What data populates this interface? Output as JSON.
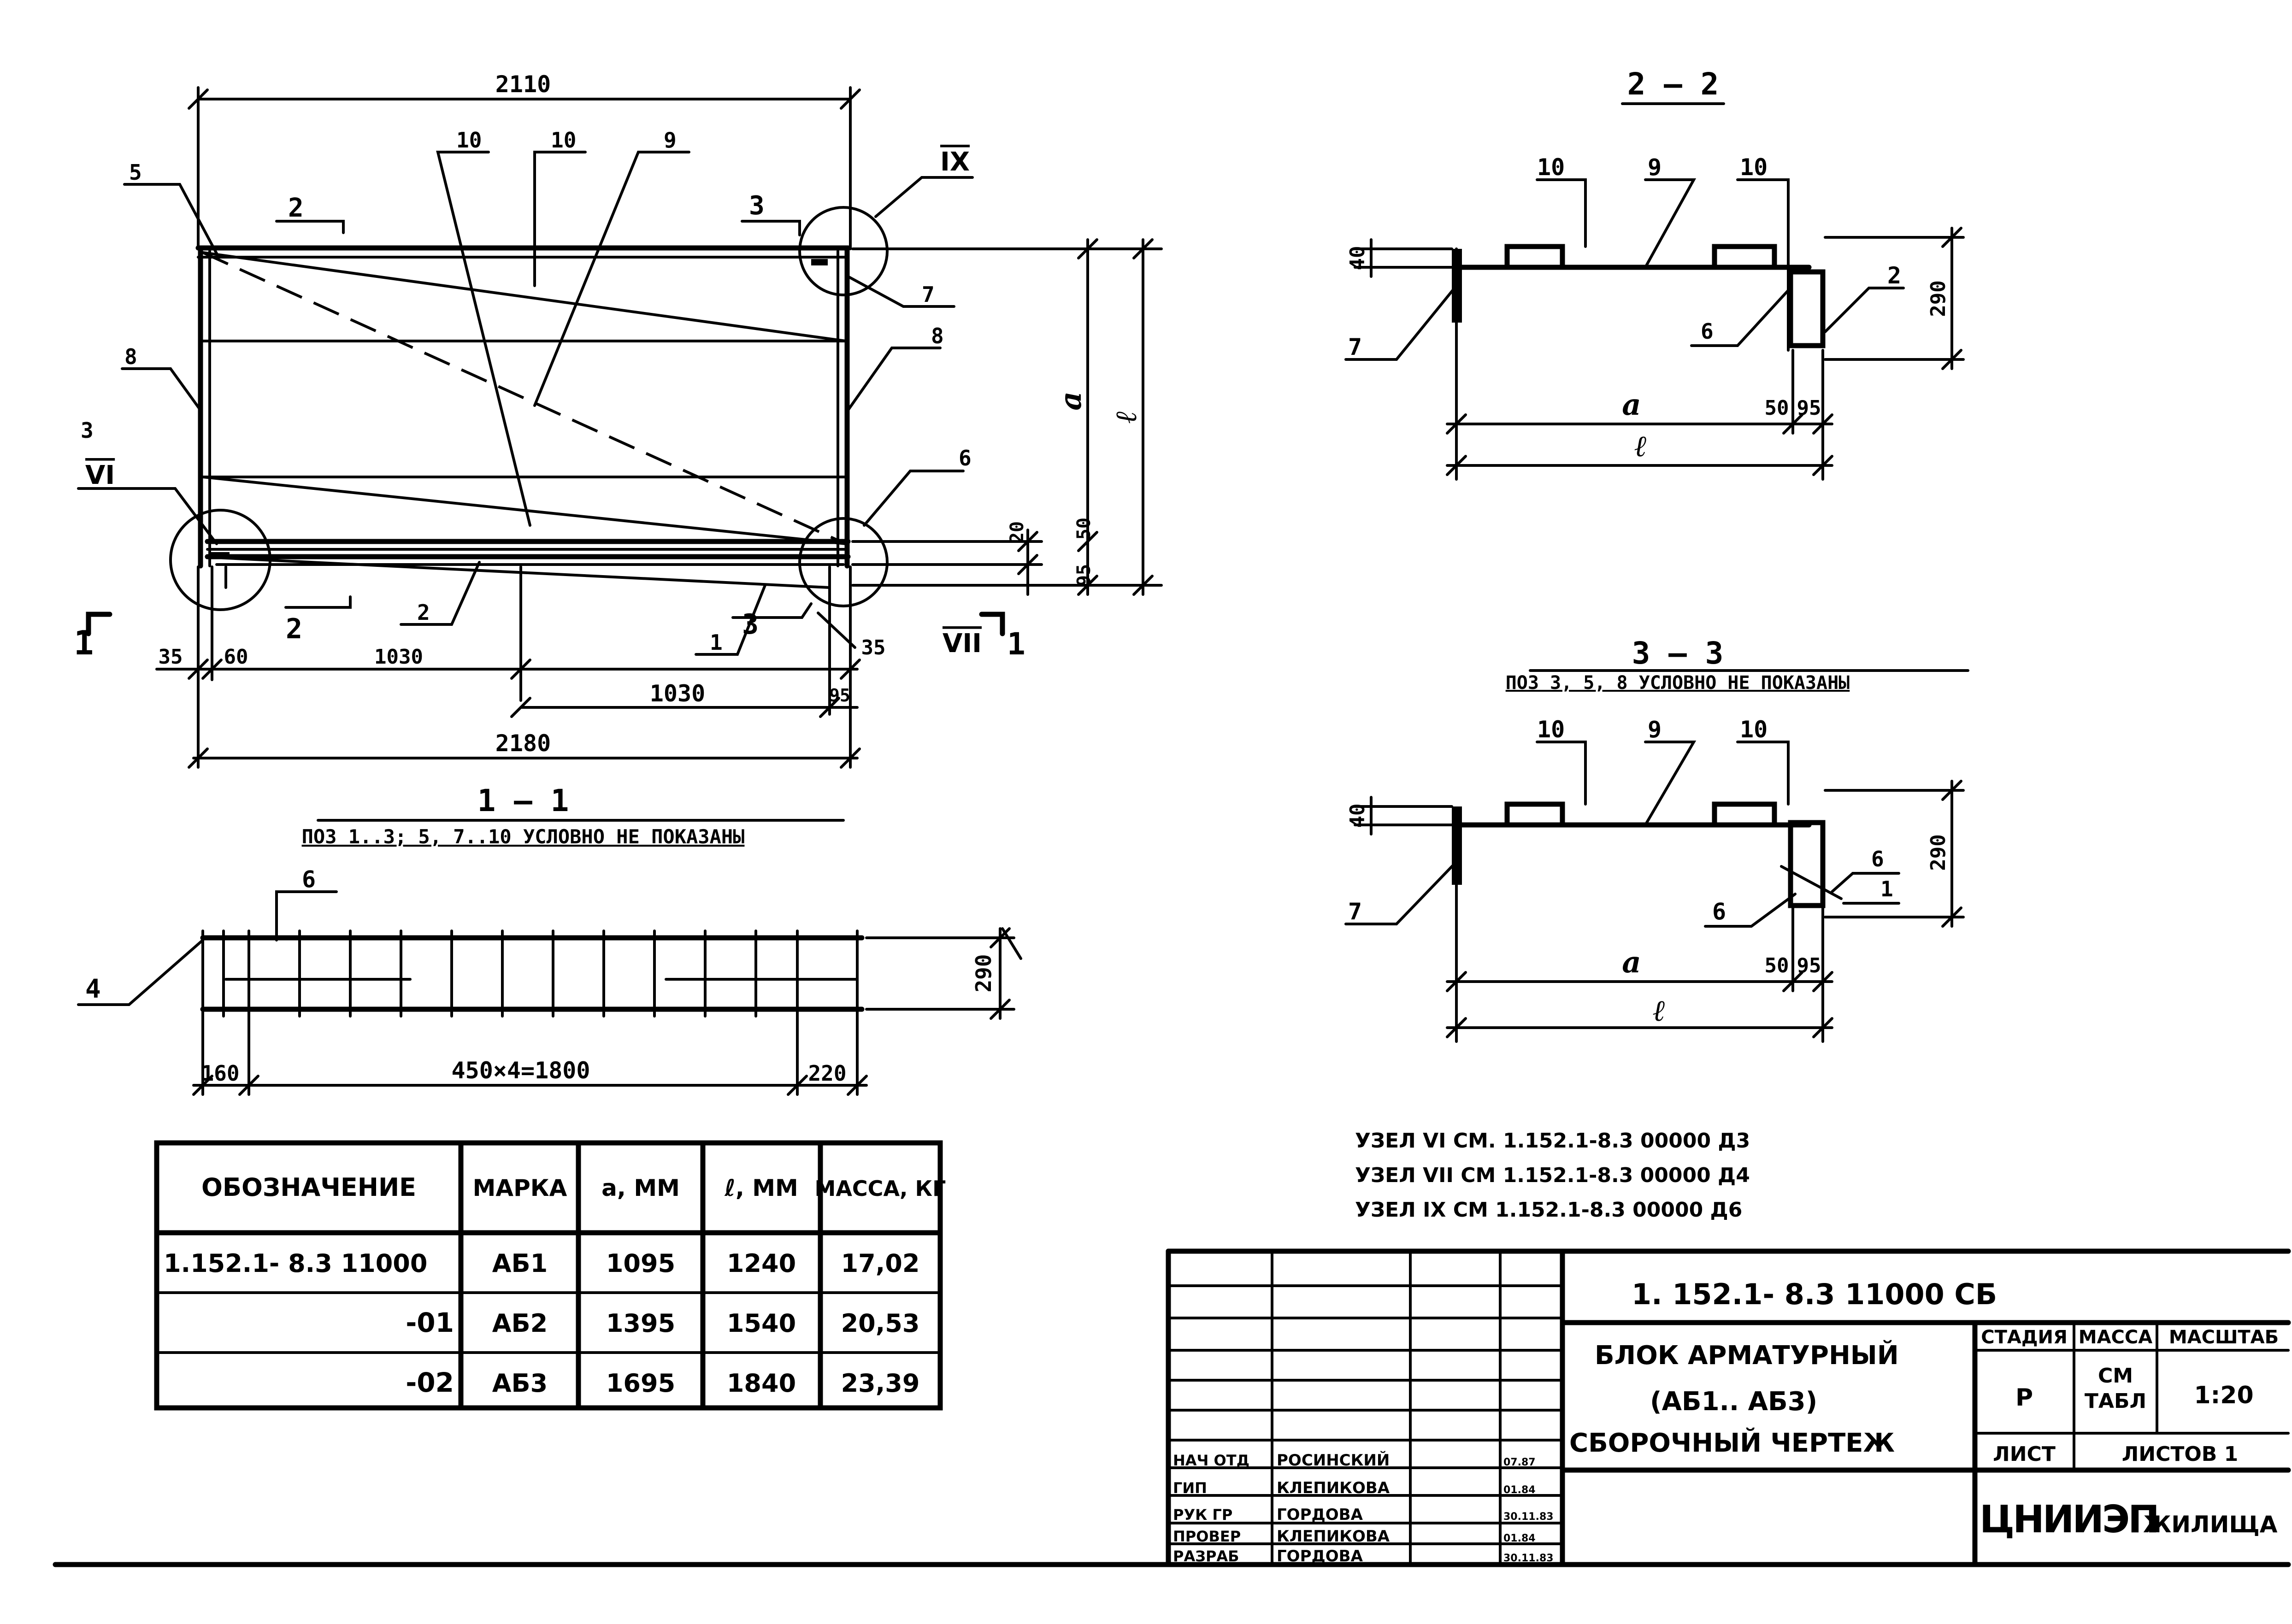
{
  "plan": {
    "dim_top": "2110",
    "dim_total": "2180",
    "dim_1030_a": "1030",
    "dim_1030_b": "1030",
    "dim_35_left": "35",
    "dim_60": "60",
    "dim_35_right": "35",
    "dim_95_bottom": "95",
    "dim_20": "20",
    "dim_50": "50",
    "dim_95_right": "95",
    "label_a": "a",
    "label_l": "ℓ",
    "pos": [
      "10",
      "10",
      "9",
      "5",
      "2",
      "3",
      "8",
      "3",
      "7",
      "8",
      "6",
      "2",
      "1",
      "3",
      "2",
      "1",
      "1"
    ],
    "nodes": {
      "vi": "VI",
      "vii": "VII",
      "ix": "IX"
    },
    "cut_3_top_digit": "3"
  },
  "section_1_1": {
    "title": "1 — 1",
    "note": "ПОЗ 1..3; 5, 7..10 УСЛОВНО НЕ ПОКАЗАНЫ",
    "pos_6": "6",
    "pos_4": "4",
    "dim_160": "160",
    "dim_main": "450×4=1800",
    "dim_220": "220",
    "dim_290": "290"
  },
  "section_2_2": {
    "title": "2 — 2",
    "pos_10a": "10",
    "pos_9": "9",
    "pos_10b": "10",
    "pos_7": "7",
    "pos_6": "6",
    "pos_2": "2",
    "dim_40": "40",
    "dim_290": "290",
    "dim_50": "50",
    "dim_95": "95",
    "label_a": "a",
    "label_l": "ℓ"
  },
  "section_3_3": {
    "title": "3 — 3",
    "note": "ПОЗ 3, 5, 8 УСЛОВНО НЕ ПОКАЗАНЫ",
    "pos_10a": "10",
    "pos_9": "9",
    "pos_10b": "10",
    "pos_7": "7",
    "pos_6a": "6",
    "pos_6b": "6",
    "pos_1": "1",
    "dim_40": "40",
    "dim_290": "290",
    "dim_50": "50",
    "dim_95": "95",
    "label_a": "a",
    "label_l": "ℓ"
  },
  "notes": [
    "УЗЕЛ VI СМ. 1.152.1-8.3 00000 Д3",
    "УЗЕЛ VII СМ 1.152.1-8.3 00000 Д4",
    "УЗЕЛ IX СМ 1.152.1-8.3 00000 Д6"
  ],
  "spec_table": {
    "headers": [
      "ОБОЗНАЧЕНИЕ",
      "МАРКА",
      "a, ММ",
      "ℓ, ММ",
      "МАССА, КГ"
    ],
    "rows": [
      [
        "1.152.1- 8.3 11000",
        "АБ1",
        "1095",
        "1240",
        "17,02"
      ],
      [
        "-01",
        "АБ2",
        "1395",
        "1540",
        "20,53"
      ],
      [
        "-02",
        "АБ3",
        "1695",
        "1840",
        "23,39"
      ]
    ]
  },
  "title_block": {
    "doc_code": "1. 152.1- 8.3  11000 СБ",
    "name_lines": [
      "БЛОК АРМАТУРНЫЙ",
      "(АБ1.. АБ3)",
      "СБОРОЧНЫЙ ЧЕРТЕЖ"
    ],
    "stage_header": "СТАДИЯ",
    "mass_header": "МАССА",
    "scale_header": "МАСШТАБ",
    "stage": "Р",
    "mass_lines": [
      "СМ",
      "ТАБЛ"
    ],
    "scale": "1:20",
    "sheet_label": "ЛИСТ",
    "sheets_label": "ЛИСТОВ 1",
    "org": "ЦНИИЭП",
    "org_suffix": "ЖИЛИЩА",
    "staff": [
      {
        "role": "НАЧ ОТД",
        "name": "РОСИНСКИЙ",
        "date": "07.87"
      },
      {
        "role": "ГИП",
        "name": "КЛЕПИКОВА",
        "date": "01.84"
      },
      {
        "role": "РУК ГР",
        "name": "ГОРДОВА",
        "date": "30.11.83"
      },
      {
        "role": "ПРОВЕР",
        "name": "КЛЕПИКОВА",
        "date": "01.84"
      },
      {
        "role": "РАЗРАБ",
        "name": "ГОРДОВА",
        "date": "30.11.83"
      }
    ]
  }
}
